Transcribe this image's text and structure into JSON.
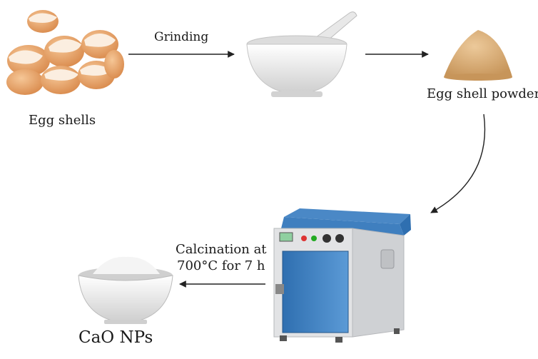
{
  "labels": {
    "grinding": "Grinding",
    "egg_shells": "Egg shells",
    "egg_shell_powder": "Egg shell powder",
    "calcination_line1": "Calcination at",
    "calcination_line2": "700°C for 7 h",
    "cao_nps": "CaO NPs"
  },
  "colors": {
    "eggshell": "#e9a56a",
    "eggshell_inner": "#fbeee0",
    "powder": "#d9b27a",
    "oven_blue": "#3f7fbf",
    "oven_body": "#d7d9dc",
    "arrow": "#222222",
    "bowl": "#eeeeee"
  },
  "icons": [
    "egg-shells-image",
    "mortar-pestle-icon",
    "powder-pile-icon",
    "oven-furnace-icon",
    "bowl-icon"
  ]
}
